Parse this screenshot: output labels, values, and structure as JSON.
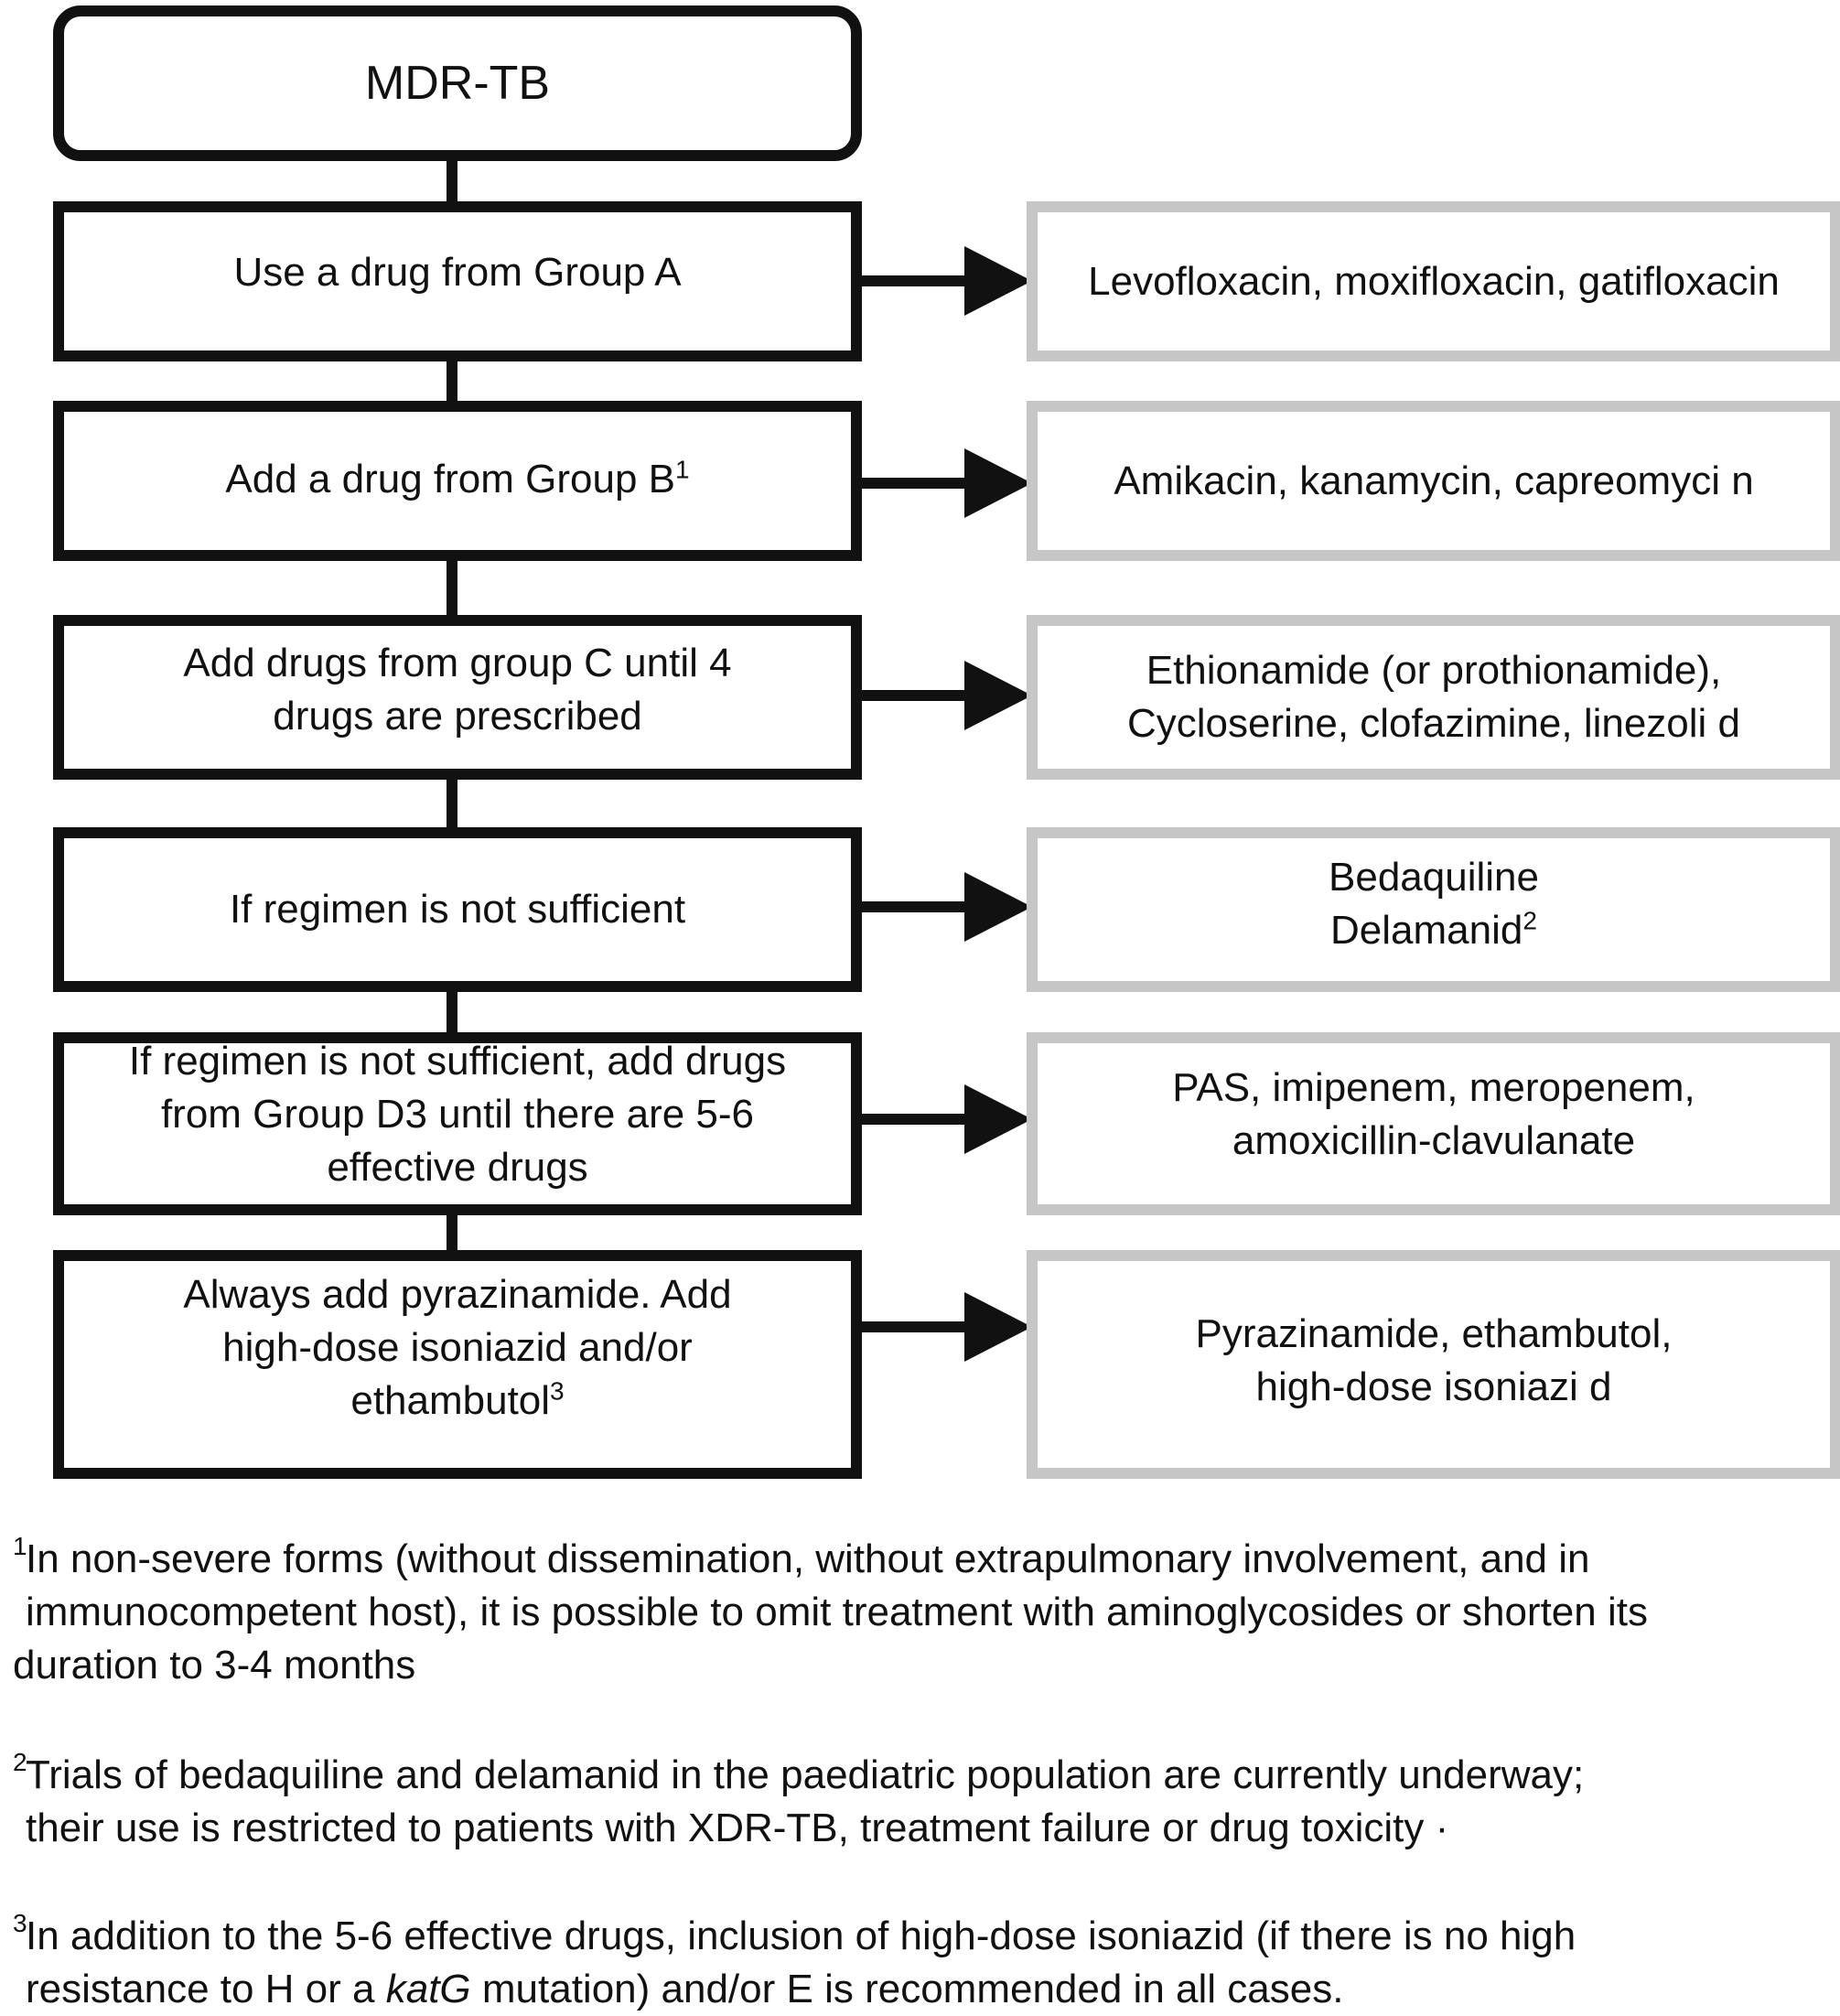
{
  "title": "MDR-TB",
  "steps": [
    {
      "text": "Use a drug from Group  A",
      "drugs": "Levofloxacin, moxifloxacin, gatifloxacin"
    },
    {
      "text": "Add a drug from Group  B",
      "sup": "1",
      "drugs": "Amikacin, kanamycin, capreomyci  n"
    },
    {
      "line1": "Add drugs from group C until 4",
      "line2": "drugs are prescribed",
      "drugs_line1": "Ethionamide (or prothionamide),",
      "drugs_line2": "Cycloserine, clofazimine, linezoli  d"
    },
    {
      "text": "If regimen is not sufficient",
      "drugs_line1": "Bedaquiline",
      "drugs_line2": "Delamanid",
      "drugs_sup": "2"
    },
    {
      "line1": "If regimen is not sufficient, add drugs",
      "line2": "from Group D3 until there are 5-6",
      "line3": "effective drugs",
      "drugs_line1": "PAS, imipenem, meropenem,",
      "drugs_line2": "amoxicillin-clavulanate"
    },
    {
      "line1": "Always add pyrazinamide. Add",
      "line2": "high-dose isoniazid and/or",
      "line3": "ethambutol",
      "sup": "3",
      "drugs_line1": "Pyrazinamide, ethambutol,",
      "drugs_line2": "high-dose isoniazi  d"
    }
  ],
  "footnotes": [
    {
      "mark": "1",
      "line1": "In non-severe forms (without dissemination, without extrapulmonary involvement, and in",
      "line2": "immunocompetent host), it is possible to omit treatment with aminoglycosides or shorten its",
      "line3": "duration to 3-4 months"
    },
    {
      "mark": "2",
      "line1": "Trials of bedaquiline and delamanid in the paediatric population are currently underway;",
      "line2": "their use is restricted to patients with XDR-TB, treatment failure or drug toxicity ·"
    },
    {
      "mark": "3",
      "line1": "In addition to the 5-6 effective drugs, inclusion of high-dose isoniazid (if there is no high",
      "line2_before": "resistance to H or a ",
      "line2_italic": "katG",
      "line2_after": " mutation) and/or E is recommended in all cases."
    }
  ]
}
